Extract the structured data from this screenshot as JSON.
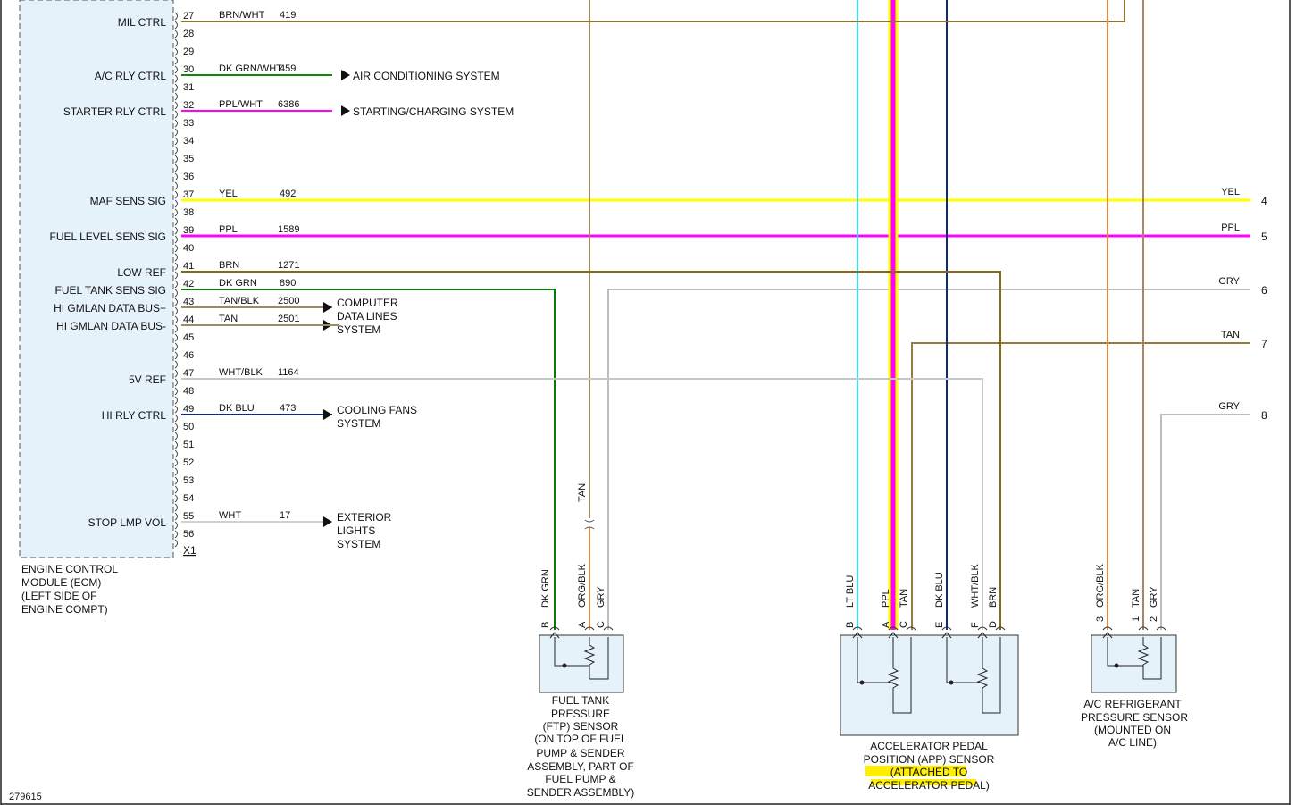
{
  "diagram_id": "279615",
  "ecm": {
    "connector": "X1",
    "label_lines": [
      "ENGINE CONTROL",
      "MODULE (ECM)",
      "(LEFT SIDE OF",
      "ENGINE COMPT)"
    ],
    "pin_labels": [
      {
        "pin": "27",
        "text": "MIL CTRL"
      },
      {
        "pin": "30",
        "text": "A/C RLY CTRL"
      },
      {
        "pin": "32",
        "text": "STARTER RLY CTRL"
      },
      {
        "pin": "37",
        "text": "MAF SENS SIG"
      },
      {
        "pin": "39",
        "text": "FUEL LEVEL SENS SIG"
      },
      {
        "pin": "41",
        "text": "LOW REF"
      },
      {
        "pin": "42",
        "text": "FUEL TANK SENS SIG"
      },
      {
        "pin": "43",
        "text": "HI GMLAN DATA BUS+"
      },
      {
        "pin": "44",
        "text": "HI GMLAN DATA BUS-"
      },
      {
        "pin": "47",
        "text": "5V REF"
      },
      {
        "pin": "49",
        "text": "HI RLY CTRL"
      },
      {
        "pin": "55",
        "text": "STOP LMP VOL"
      }
    ],
    "pins": [
      "27",
      "28",
      "29",
      "30",
      "31",
      "32",
      "33",
      "34",
      "35",
      "36",
      "37",
      "38",
      "39",
      "40",
      "41",
      "42",
      "43",
      "44",
      "45",
      "46",
      "47",
      "48",
      "49",
      "50",
      "51",
      "52",
      "53",
      "54",
      "55",
      "56"
    ]
  },
  "wires": [
    {
      "pin": "27",
      "color_name": "BRN/WHT",
      "circuit": "419",
      "stroke": "#8B7338"
    },
    {
      "pin": "30",
      "color_name": "DK GRN/WHT",
      "circuit": "459",
      "stroke": "#0a8a0a",
      "dest_lines": [
        "AIR CONDITIONING SYSTEM"
      ]
    },
    {
      "pin": "32",
      "color_name": "PPL/WHT",
      "circuit": "6386",
      "stroke": "#ff00ff",
      "dest_lines": [
        "STARTING/CHARGING SYSTEM"
      ]
    },
    {
      "pin": "37",
      "color_name": "YEL",
      "circuit": "492",
      "stroke": "#ffff00",
      "right_label": "YEL",
      "right_pin": "4"
    },
    {
      "pin": "39",
      "color_name": "PPL",
      "circuit": "1589",
      "stroke": "#ff00ff",
      "right_label": "PPL",
      "right_pin": "5"
    },
    {
      "pin": "41",
      "color_name": "BRN",
      "circuit": "1271",
      "stroke": "#8B6914"
    },
    {
      "pin": "42",
      "color_name": "DK GRN",
      "circuit": "890",
      "stroke": "#0a7a0a"
    },
    {
      "pin": "43",
      "color_name": "TAN/BLK",
      "circuit": "2500",
      "stroke": "#a08a60",
      "dest_lines": [
        "COMPUTER",
        "DATA LINES",
        "SYSTEM"
      ]
    },
    {
      "pin": "44",
      "color_name": "TAN",
      "circuit": "2501",
      "stroke": "#a08a60"
    },
    {
      "pin": "47",
      "color_name": "WHT/BLK",
      "circuit": "1164",
      "stroke": "#c8c8c8"
    },
    {
      "pin": "49",
      "color_name": "DK BLU",
      "circuit": "473",
      "stroke": "#102a7a",
      "dest_lines": [
        "COOLING FANS",
        "SYSTEM"
      ]
    },
    {
      "pin": "55",
      "color_name": "WHT",
      "circuit": "17",
      "stroke": "#d0d0d0",
      "dest_lines": [
        "EXTERIOR",
        "LIGHTS",
        "SYSTEM"
      ]
    }
  ],
  "right_only_wires": [
    {
      "right_label": "GRY",
      "right_pin": "6",
      "stroke": "#bdbdbd"
    },
    {
      "right_label": "TAN",
      "right_pin": "7",
      "stroke": "#9a7a40"
    },
    {
      "right_label": "GRY",
      "right_pin": "8",
      "stroke": "#bdbdbd"
    }
  ],
  "ftp_sensor": {
    "label_lines": [
      "FUEL TANK",
      "PRESSURE",
      "(FTP) SENSOR",
      "(ON TOP OF FUEL",
      "PUMP & SENDER",
      "ASSEMBLY, PART OF",
      "FUEL PUMP &",
      "SENDER ASSEMBLY)"
    ],
    "inline_tan": "TAN",
    "pins": [
      {
        "letter": "B",
        "wire": "DK GRN"
      },
      {
        "letter": "A",
        "wire": "ORG/BLK"
      },
      {
        "letter": "C",
        "wire": "GRY"
      }
    ]
  },
  "app_sensor": {
    "label_lines": [
      "ACCELERATOR PEDAL",
      "POSITION (APP) SENSOR",
      "(ATTACHED TO",
      "ACCELERATOR PEDAL)"
    ],
    "highlight_color": "#ffee00",
    "pins": [
      {
        "letter": "B",
        "wire": "LT BLU"
      },
      {
        "letter": "A",
        "wire": "PPL"
      },
      {
        "letter": "C",
        "wire": "TAN"
      },
      {
        "letter": "E",
        "wire": "DK BLU"
      },
      {
        "letter": "F",
        "wire": "WHT/BLK"
      },
      {
        "letter": "D",
        "wire": "BRN"
      }
    ]
  },
  "ac_sensor": {
    "label_lines": [
      "A/C REFRIGERANT",
      "PRESSURE SENSOR",
      "(MOUNTED ON",
      "A/C LINE)"
    ],
    "pins": [
      {
        "letter": "3",
        "wire": "ORG/BLK"
      },
      {
        "letter": "1",
        "wire": "TAN"
      },
      {
        "letter": "2",
        "wire": "GRY"
      }
    ]
  }
}
